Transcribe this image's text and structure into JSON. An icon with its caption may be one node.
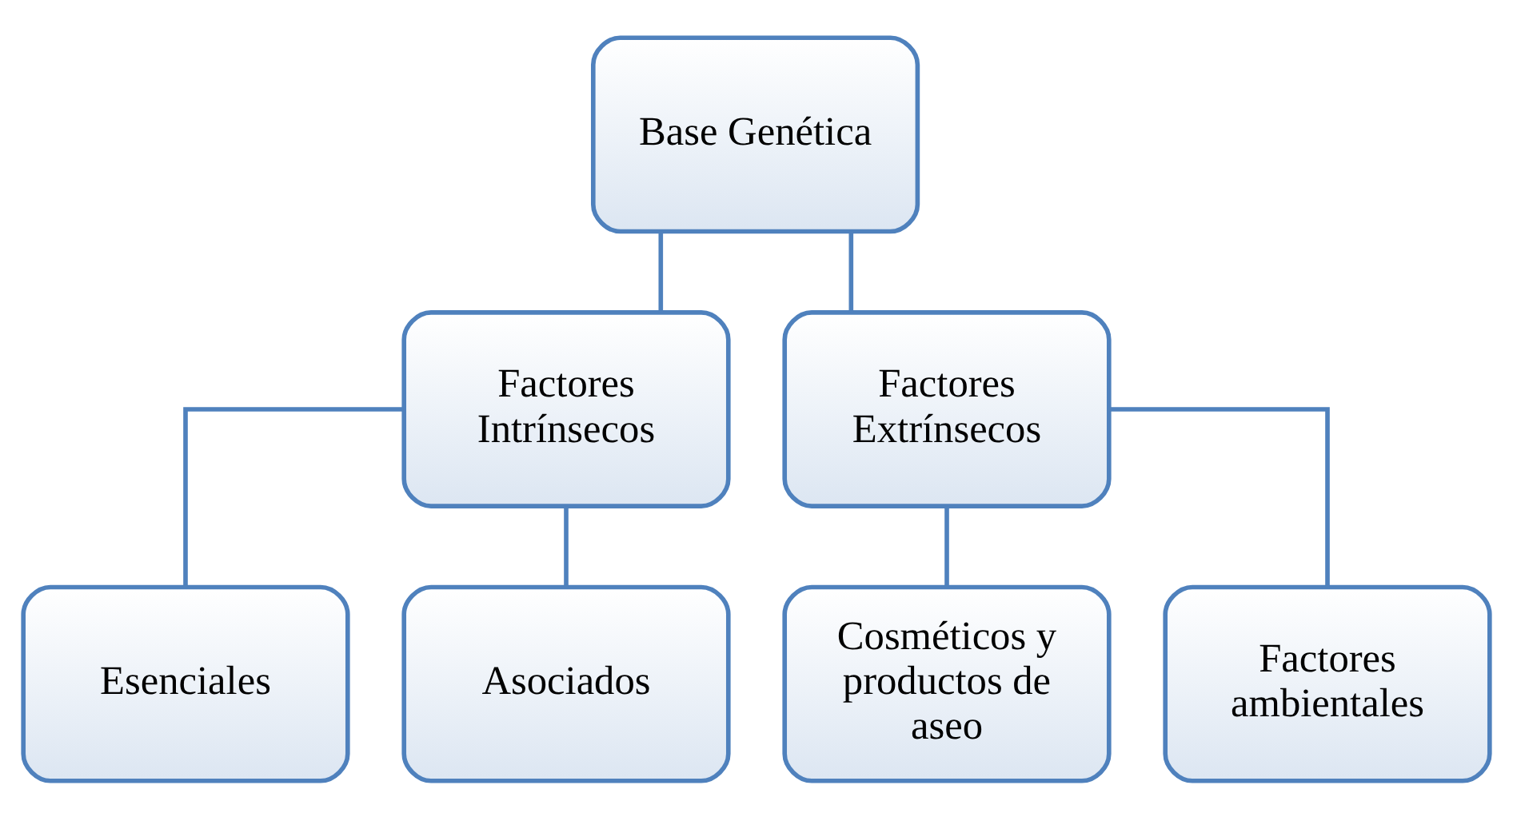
{
  "diagram": {
    "nodes": [
      {
        "text": [
          "Base Genética"
        ]
      },
      {
        "text": [
          "Factores Intrínsecos"
        ]
      },
      {
        "text": [
          "Factores Extrínsecos"
        ]
      },
      {
        "text": [
          "Esenciales"
        ]
      },
      {
        "text": [
          "Asociados"
        ]
      },
      {
        "text": [
          "Cosméticos y productos de aseo"
        ]
      },
      {
        "text": [
          "Factores ambientales"
        ]
      }
    ],
    "edges": [
      {
        "from": 0,
        "to": 1,
        "arrow": "none"
      },
      {
        "from": 0,
        "to": 2,
        "arrow": "none"
      },
      {
        "from": 1,
        "to": 3,
        "arrow": "none"
      },
      {
        "from": 1,
        "to": 4,
        "arrow": "none"
      },
      {
        "from": 2,
        "to": 5,
        "arrow": "none"
      },
      {
        "from": 2,
        "to": 6,
        "arrow": "none"
      }
    ]
  }
}
